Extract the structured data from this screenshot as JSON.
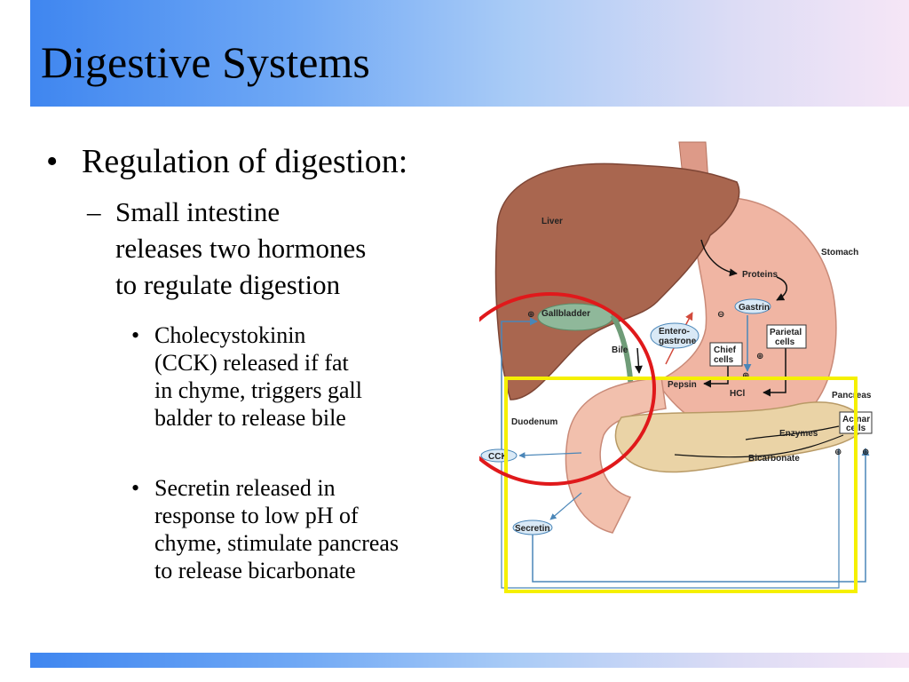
{
  "slide": {
    "title": "Digestive Systems",
    "bullet1": "Regulation of digestion:",
    "bullet1_mark": "•",
    "sub_mark": "–",
    "sub_lines": [
      "Small intestine",
      "releases two hormones",
      "to regulate digestion"
    ],
    "subsub_mark": "•",
    "subsub1_lines": [
      "Cholecystokinin",
      "(CCK) released if fat",
      "in chyme, triggers gall",
      "balder to release bile"
    ],
    "subsub2_lines": [
      "Secretin released in",
      "response to low pH of",
      "chyme, stimulate pancreas",
      "to release bicarbonate"
    ]
  },
  "diagram": {
    "labels": {
      "liver": "Liver",
      "stomach": "Stomach",
      "proteins": "Proteins",
      "gastrin": "Gastrin",
      "gallbladder": "Gallbladder",
      "entero1": "Entero-",
      "entero2": "gastrone",
      "parietal1": "Parietal",
      "parietal2": "cells",
      "chief1": "Chief",
      "chief2": "cells",
      "bile": "Bile",
      "pepsin": "Pepsin",
      "hcl": "HCl",
      "pancreas": "Pancreas",
      "duodenum": "Duodenum",
      "acinar1": "Acinar",
      "acinar2": "cells",
      "enzymes": "Enzymes",
      "cck": "CCK",
      "bicarbonate": "Bicarbonate",
      "secretin": "Secretin",
      "plus": "⊕",
      "minus": "⊖"
    },
    "colors": {
      "liver": "#a9664f",
      "stomach": "#f0b5a3",
      "pancreas": "#ead3a6",
      "gallbladder": "#8fb89a",
      "annotation_circle": "#e0191b",
      "annotation_box": "#f5f000",
      "signal_line": "#4a86b8"
    }
  }
}
